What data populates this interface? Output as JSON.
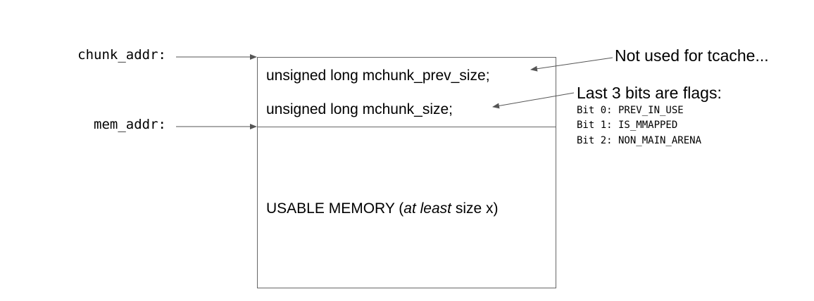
{
  "diagram": {
    "pointers": {
      "chunk_addr": "chunk_addr:",
      "mem_addr": "mem_addr:"
    },
    "chunk": {
      "field_prev_size": "unsigned long mchunk_prev_size;",
      "field_size": "unsigned long mchunk_size;",
      "usable_prefix": "USABLE MEMORY (",
      "usable_italic": "at least",
      "usable_suffix": " size x)"
    },
    "notes": {
      "prev_size_note": "Not used for tcache...",
      "size_note_title": "Last 3 bits are flags:",
      "flags": [
        "Bit 0: PREV_IN_USE",
        "Bit 1: IS_MMAPPED",
        "Bit 2: NON_MAIN_ARENA"
      ]
    },
    "colors": {
      "line": "#555555",
      "box_border": "#666666",
      "text": "#000000"
    }
  }
}
